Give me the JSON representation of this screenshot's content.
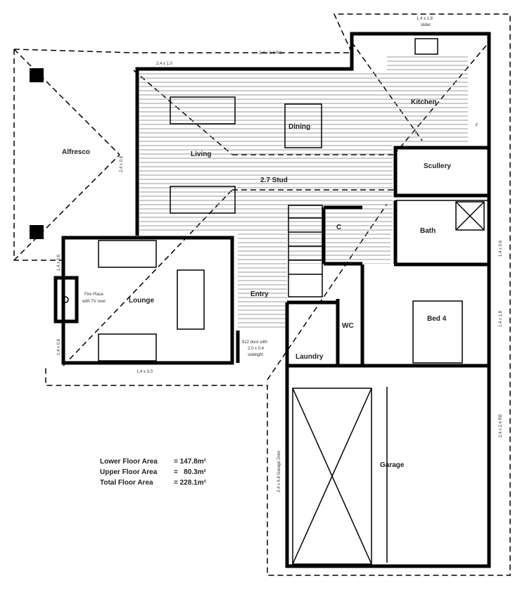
{
  "rooms": {
    "alfresco": "Alfresco",
    "living": "Living",
    "dining": "Dining",
    "stud": "2.7 Stud",
    "kitchen": "Kitchen",
    "scullery": "Scullery",
    "bath": "Bath",
    "lounge": "Lounge",
    "entry": "Entry",
    "wc": "WC",
    "bed4": "Bed 4",
    "laundry": "Laundry",
    "garage": "Garage",
    "cupboard": "C",
    "fridge": "F"
  },
  "notes": {
    "fireplace_1": "Fire Place",
    "fireplace_2": "with TV over",
    "door_1": "812 door with",
    "door_2": "2.0 x 0.4",
    "door_3": "sidelight"
  },
  "dimensions": {
    "top_left_window": "2.4 x 1.0",
    "top_slider": "2.4 x 6.0 RB",
    "kitchen_slider_1": "1.4 x 1.8",
    "kitchen_slider_2": "slider",
    "alfresco_side": "2.4 x 0.8",
    "lounge_left_top": "1.4 x 0.6",
    "lounge_left_bottom": "1.4 x 0.6",
    "lounge_bottom": "1.4 x 3.0",
    "bath_right": "1.4 x 0.6",
    "bed4_right": "1.4 x 1.8",
    "garage_right": "2.4 x 2.4 RB",
    "garage_door": "2.4 x 4.8 Garage Door"
  },
  "areas": [
    {
      "label": "Lower Floor Area",
      "value": "= 147.8m²"
    },
    {
      "label": "Upper Floor Area",
      "value": "=   80.3m²"
    },
    {
      "label": "Total Floor Area",
      "value": "= 228.1m²"
    }
  ]
}
